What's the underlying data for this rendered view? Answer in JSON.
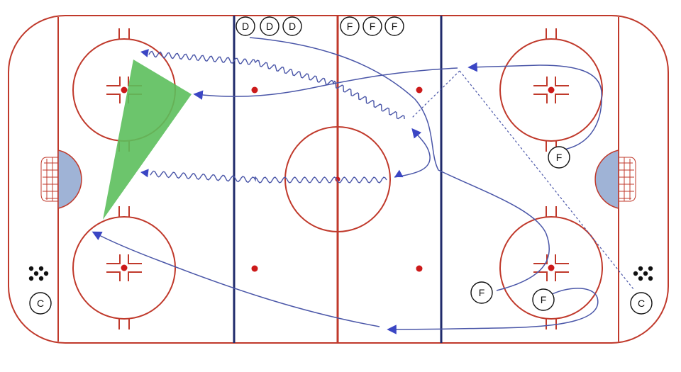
{
  "diagram": {
    "defense_labels": [
      "D",
      "D",
      "D"
    ],
    "forward_labels": [
      "F",
      "F",
      "F"
    ],
    "player_labels": {
      "forward_right_top": "F",
      "forward_right_bottom_a": "F",
      "forward_right_bottom_b": "F",
      "coach_left": "C",
      "coach_right": "C"
    },
    "colors": {
      "boards": "#c0392b",
      "blue_line": "#1f2a6b",
      "path": "#4a56a8",
      "arrow": "#3b46c4",
      "zone": "#5cbf5c",
      "crease": "#9fb3d6",
      "dot": "#cc1a1a"
    }
  }
}
